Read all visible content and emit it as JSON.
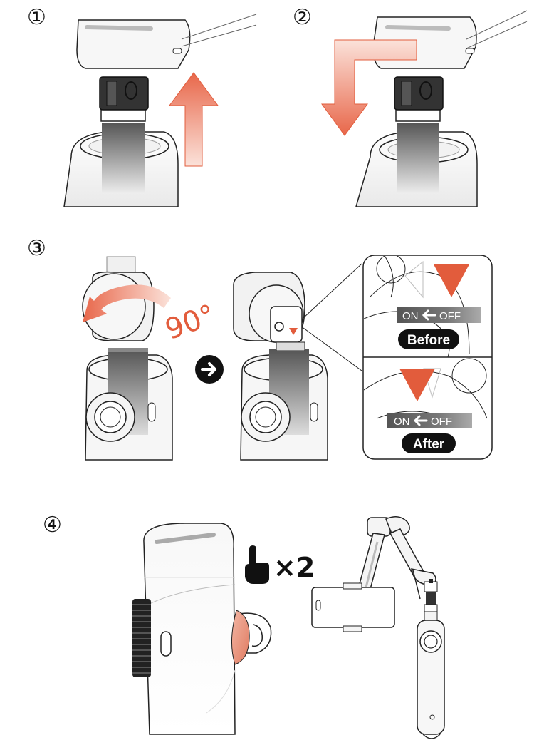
{
  "steps": [
    {
      "number": "①"
    },
    {
      "number": "②"
    },
    {
      "number": "③"
    },
    {
      "number": "④"
    }
  ],
  "step3": {
    "rotation_label": "90°",
    "before": {
      "on_label": "ON",
      "off_label": "OFF",
      "caption": "Before"
    },
    "after": {
      "on_label": "ON",
      "off_label": "OFF",
      "caption": "After"
    }
  },
  "step4": {
    "tap_count_label": "×2"
  },
  "colors": {
    "accent": "#e25c3c",
    "arrow_light": "#f8d0c4",
    "outline": "#222222",
    "body_gray": "#f2f2f2",
    "dark_gray": "#666666"
  },
  "icons": [
    "up-arrow-icon",
    "down-curved-arrow-icon",
    "rotate-arrow-icon",
    "next-arrow-icon",
    "triangle-marker-icon",
    "left-arrow-icon",
    "tap-finger-icon"
  ]
}
